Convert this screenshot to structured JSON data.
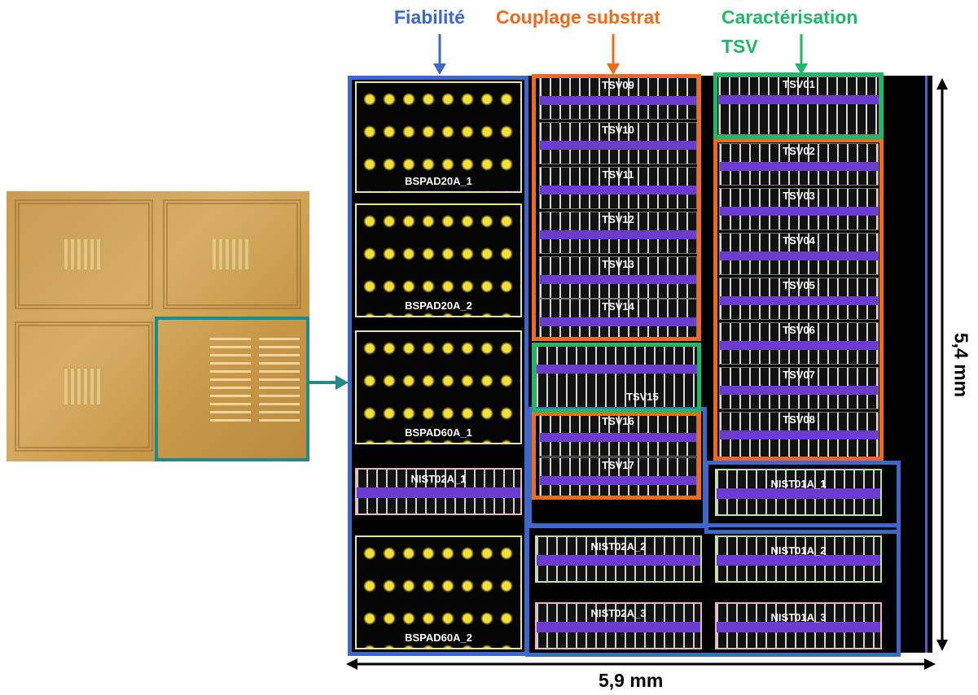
{
  "categories": {
    "fiabilite": "Fiabilité",
    "couplage": "Couplage substrat",
    "caracterisation_l1": "Caractérisation",
    "caracterisation_l2": "TSV"
  },
  "colors": {
    "fiabilite": "#3d67c8",
    "couplage": "#f06a1a",
    "caracterisation": "#20b866",
    "teal_highlight": "#1f8a86"
  },
  "dimensions": {
    "width": "5,9 mm",
    "height": "5,4 mm"
  },
  "blocks": {
    "bspad20a_1": "BSPAD20A_1",
    "bspad20a_2": "BSPAD20A_2",
    "bspad60a_1": "BSPAD60A_1",
    "bspad60a_2": "BSPAD60A_2",
    "nist02a_1": "NIST02A_1",
    "nist02a_2": "NIST02A_2",
    "nist02a_3": "NIST02A_3",
    "nist01a_1": "NIST01A_1",
    "nist01a_2": "NIST01A_2",
    "nist01a_3": "NIST01A_3",
    "tsv01": "TSV01",
    "tsv02": "TSV02",
    "tsv03": "TSV03",
    "tsv04": "TSV04",
    "tsv05": "TSV05",
    "tsv06": "TSV06",
    "tsv07": "TSV07",
    "tsv08": "TSV08",
    "tsv09": "TSV09",
    "tsv10": "TSV10",
    "tsv11": "TSV11",
    "tsv12": "TSV12",
    "tsv13": "TSV13",
    "tsv14": "TSV14",
    "tsv15": "TSV15",
    "tsv16": "TSV16",
    "tsv17": "TSV17"
  }
}
